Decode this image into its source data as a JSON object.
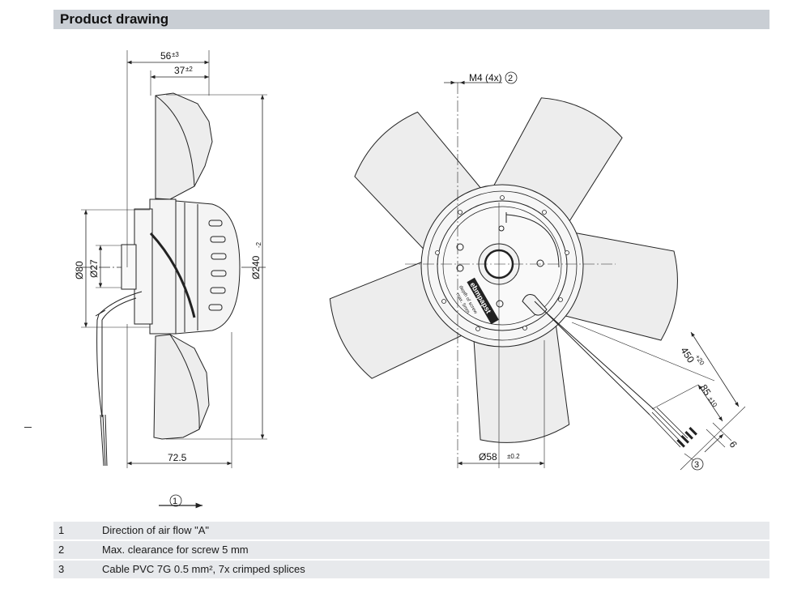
{
  "header": {
    "title": "Product drawing"
  },
  "dimensions": {
    "width_56": "56",
    "width_56_tol": "±3",
    "width_37": "37",
    "width_37_tol": "±2",
    "dia_80": "Ø80",
    "dia_27": "Ø27",
    "dia_240": "Ø240",
    "dia_240_tol": "-2",
    "depth_72": "72.5",
    "screw": "M4 (4x)",
    "screw_ref": "2",
    "dia_58": "Ø58",
    "dia_58_tol": "±0.2",
    "cable_450": "450",
    "cable_450_tol": "+20",
    "cable_85": "85",
    "cable_85_tol": "±10",
    "cable_6": "6",
    "cable_ref": "3",
    "airflow_ref": "1"
  },
  "label_plate": {
    "brand": "ebmpapst",
    "line1": "depth of screw",
    "line2": "max. 5mm"
  },
  "legend": [
    {
      "num": "1",
      "text": "Direction of air flow \"A\""
    },
    {
      "num": "2",
      "text": "Max. clearance for screw 5 mm"
    },
    {
      "num": "3",
      "text": "Cable PVC 7G 0.5 mm², 7x crimped splices"
    }
  ],
  "colors": {
    "header_bg": "#c9ced4",
    "legend_bg": "#e7e9ec",
    "line": "#222222"
  }
}
